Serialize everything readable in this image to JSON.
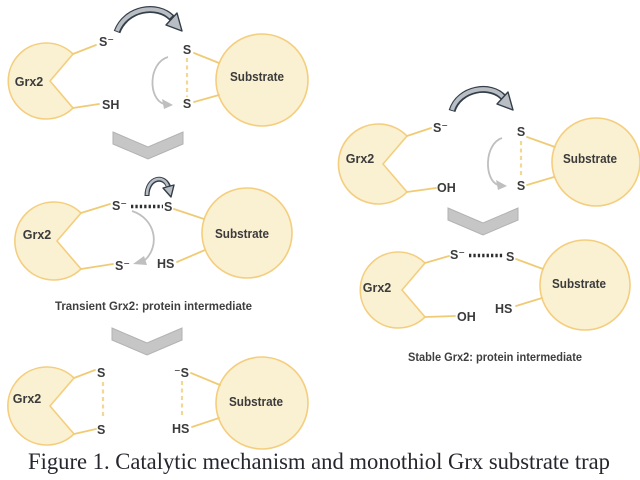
{
  "figure": {
    "caption": "Figure 1. Catalytic mechanism and monothiol  Grx substrate trap"
  },
  "panels": {
    "dithiol_step1": {
      "enzyme": "Grx2",
      "enzyme_top_thiolate": "S⁻",
      "enzyme_bottom_thiol": "SH",
      "substrate": "Substrate",
      "substrate_top_s": "S",
      "substrate_bottom_s": "S"
    },
    "dithiol_step2": {
      "enzyme": "Grx2",
      "enzyme_attacking_thiolate": "S⁻",
      "substrate_bonded_s": "S",
      "enzyme_resolving_thiolate": "S⁻",
      "substrate_released_thiol": "HS",
      "substrate": "Substrate",
      "caption": "Transient Grx2: protein intermediate"
    },
    "dithiol_step3": {
      "enzyme": "Grx2",
      "enzyme_top_s": "S",
      "enzyme_bottom_s": "S",
      "substrate_top_thiolate": "⁻S",
      "substrate_bottom_thiol": "HS",
      "substrate": "Substrate"
    },
    "monothiol_step1": {
      "enzyme": "Grx2",
      "enzyme_thiolate": "S⁻",
      "enzyme_hydroxyl": "OH",
      "substrate": "Substrate",
      "substrate_top_s": "S",
      "substrate_bottom_s": "S"
    },
    "monothiol_step2": {
      "enzyme": "Grx2",
      "enzyme_thiolate": "S⁻",
      "substrate_bonded_s": "S",
      "enzyme_hydroxyl": "OH",
      "substrate_released_thiol": "HS",
      "substrate": "Substrate",
      "caption": "Stable Grx2: protein intermediate"
    }
  },
  "colors": {
    "protein_fill": "#FAF0D2",
    "protein_stroke": "#F4CE7D",
    "bond_yellow": "#F0CB76",
    "dashed_bond": "#F2D795",
    "dotted_bond": "#2E2E2E",
    "big_arrow_outline": "#333E49",
    "big_arrow_fill": "#B9BEC4",
    "thin_arrow_gray": "#BFBFBF",
    "chevron_gray": "#C6C6C6",
    "label_text": "#3B3B3B",
    "caption_text": "#26262E"
  }
}
